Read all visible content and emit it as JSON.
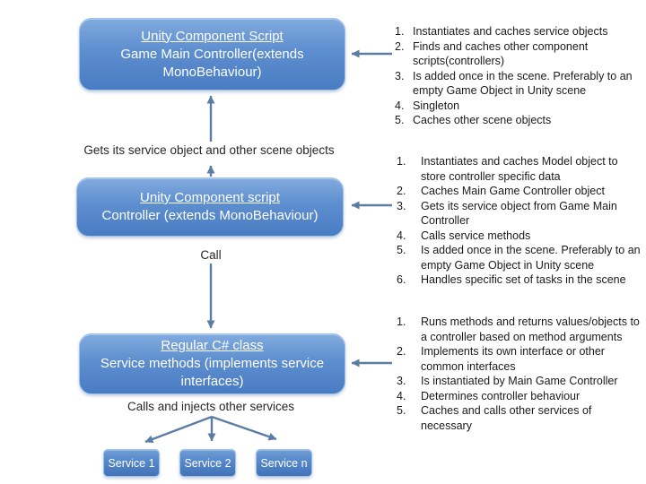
{
  "colors": {
    "background": "#ffffff",
    "box_top": "#82abde",
    "box_mid": "#5d8ecf",
    "box_bottom": "#4a7cc4",
    "box_border": "#9dc1e8",
    "arrow": "#5b7da4",
    "text_light": "#ffffff",
    "text_dark": "#262626"
  },
  "diagram": {
    "nodes": [
      {
        "heading": "Unity Component Script",
        "body": "Game Main Controller(extends MonoBehaviour)"
      },
      {
        "heading": "Unity Component script",
        "body": "Controller (extends MonoBehaviour)"
      },
      {
        "heading": "Regular C# class",
        "body": "Service methods (implements service interfaces)"
      }
    ],
    "edge_labels": {
      "top": "Gets its service object and other scene objects",
      "mid": "Call",
      "bottom": "Calls and injects other services"
    },
    "service_nodes": [
      {
        "label": "Service 1"
      },
      {
        "label": "Service 2"
      },
      {
        "label": "Service n"
      }
    ]
  },
  "lists": [
    {
      "items": [
        {
          "n": "1.",
          "text": "Instantiates and caches service objects"
        },
        {
          "n": "2.",
          "text": "Finds and caches other component scripts(controllers)"
        },
        {
          "n": "3.",
          "text": "Is added once in the scene. Preferably to an empty Game Object in Unity scene"
        },
        {
          "n": "4.",
          "text": "Singleton"
        },
        {
          "n": "5.",
          "text": "Caches other scene objects"
        }
      ]
    },
    {
      "items": [
        {
          "n": "1.",
          "text": "Instantiates and caches Model object to store controller specific data"
        },
        {
          "n": "2.",
          "text": "Caches Main Game Controller object"
        },
        {
          "n": "3.",
          "text": "Gets its service object from Game Main Controller"
        },
        {
          "n": "4.",
          "text": "Calls service methods"
        },
        {
          "n": "5.",
          "text": "Is added once in the scene. Preferably to an empty Game Object in Unity scene"
        },
        {
          "n": "6.",
          "text": "Handles specific set of tasks in the scene"
        }
      ]
    },
    {
      "items": [
        {
          "n": "1.",
          "text": "Runs methods and returns values/objects to a controller based on method arguments"
        },
        {
          "n": "2.",
          "text": "Implements its own interface or other common interfaces"
        },
        {
          "n": "3.",
          "text": "Is instantiated by Main Game Controller"
        },
        {
          "n": "4.",
          "text": "Determines controller behaviour"
        },
        {
          "n": "5.",
          "text": "Caches and calls other services of necessary"
        }
      ]
    }
  ]
}
